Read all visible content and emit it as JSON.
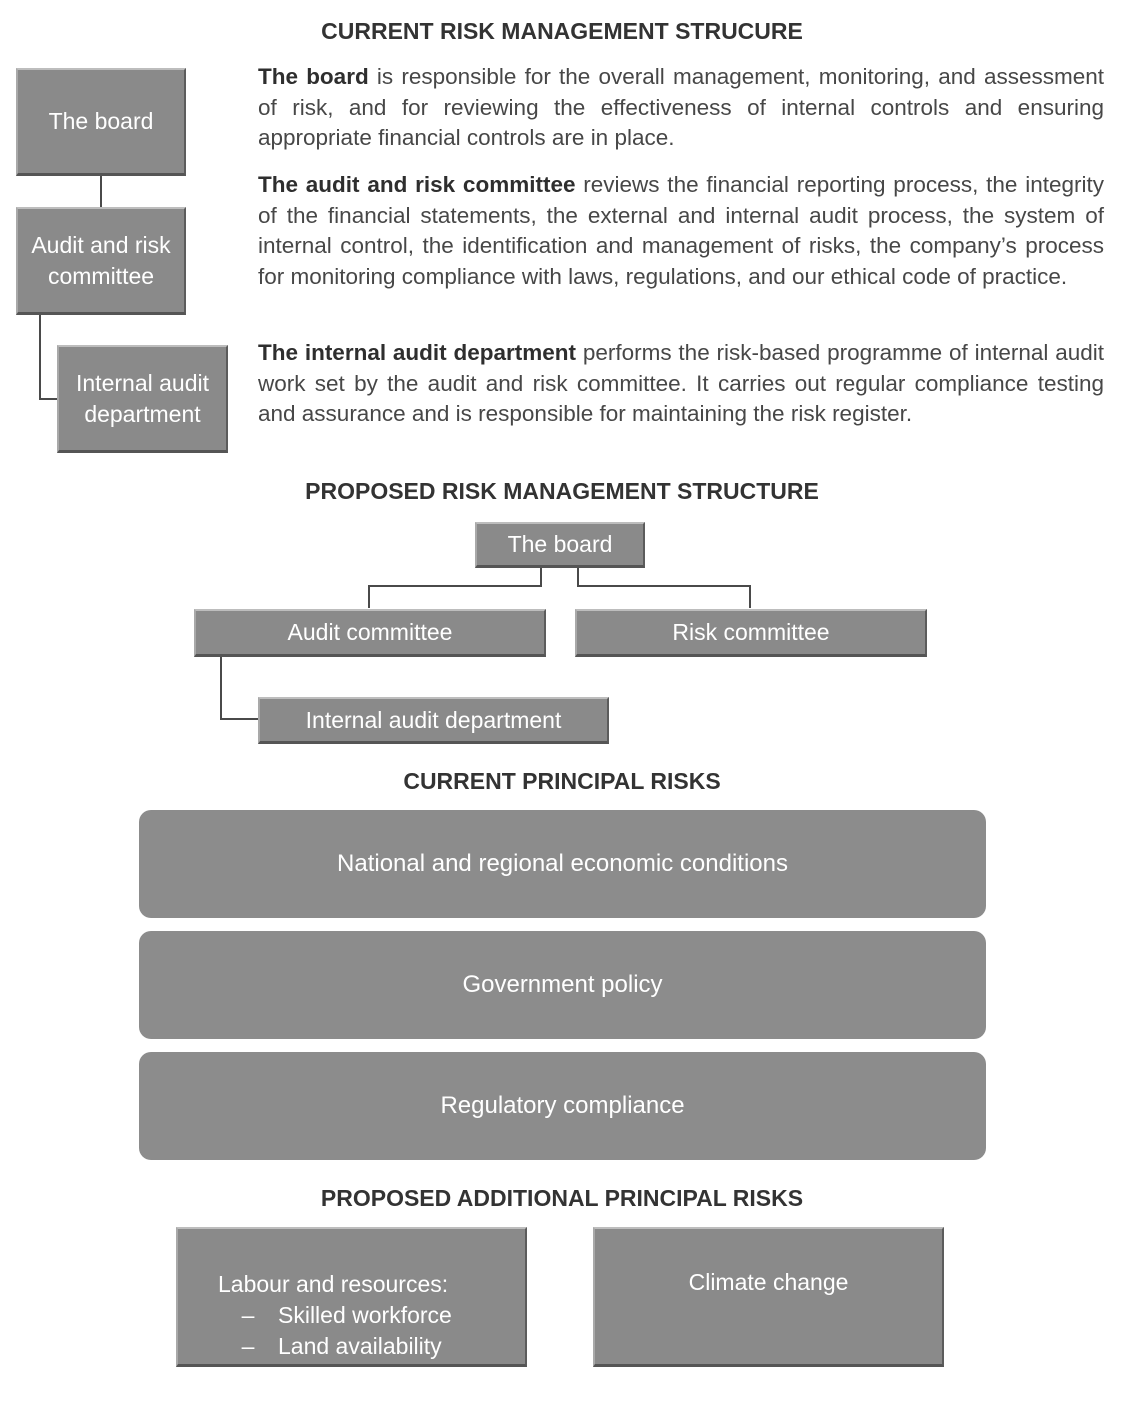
{
  "current_structure": {
    "heading": "CURRENT RISK MANAGEMENT STRUCURE",
    "boxes": {
      "board": "The board",
      "audit_risk": "Audit and risk committee",
      "internal": "Internal audit department"
    },
    "paragraphs": [
      {
        "lead": "The board",
        "text": " is responsible for the overall management, monitoring, and assessment of risk, and for reviewing the effectiveness of internal controls and ensuring appropriate financial controls are in place."
      },
      {
        "lead": "The audit and risk committee",
        "text": " reviews the financial reporting process, the integrity of the financial statements, the external and internal audit process, the system of internal control, the identification and management of risks, the company’s process for monitoring compliance with laws, regulations, and our ethical code of practice."
      },
      {
        "lead": "The internal audit department",
        "text": " performs the risk-based programme of internal audit work set by the audit and risk committee. It carries out regular compliance testing and assurance and is responsible for maintaining the risk register."
      }
    ]
  },
  "proposed_structure": {
    "heading": "PROPOSED RISK MANAGEMENT STRUCTURE",
    "boxes": {
      "board": "The board",
      "audit": "Audit committee",
      "risk": "Risk committee",
      "internal": "Internal audit department"
    }
  },
  "current_risks": {
    "heading": "CURRENT PRINCIPAL RISKS",
    "items": [
      "National and regional economic conditions",
      "Government policy",
      "Regulatory compliance"
    ]
  },
  "proposed_risks": {
    "heading": "PROPOSED ADDITIONAL PRINCIPAL RISKS",
    "labour": {
      "title": "Labour and resources:",
      "bullets": [
        {
          "dash": "–",
          "text": "Skilled workforce"
        },
        {
          "dash": "–",
          "text": "Land availability"
        }
      ]
    },
    "climate": "Climate change"
  }
}
